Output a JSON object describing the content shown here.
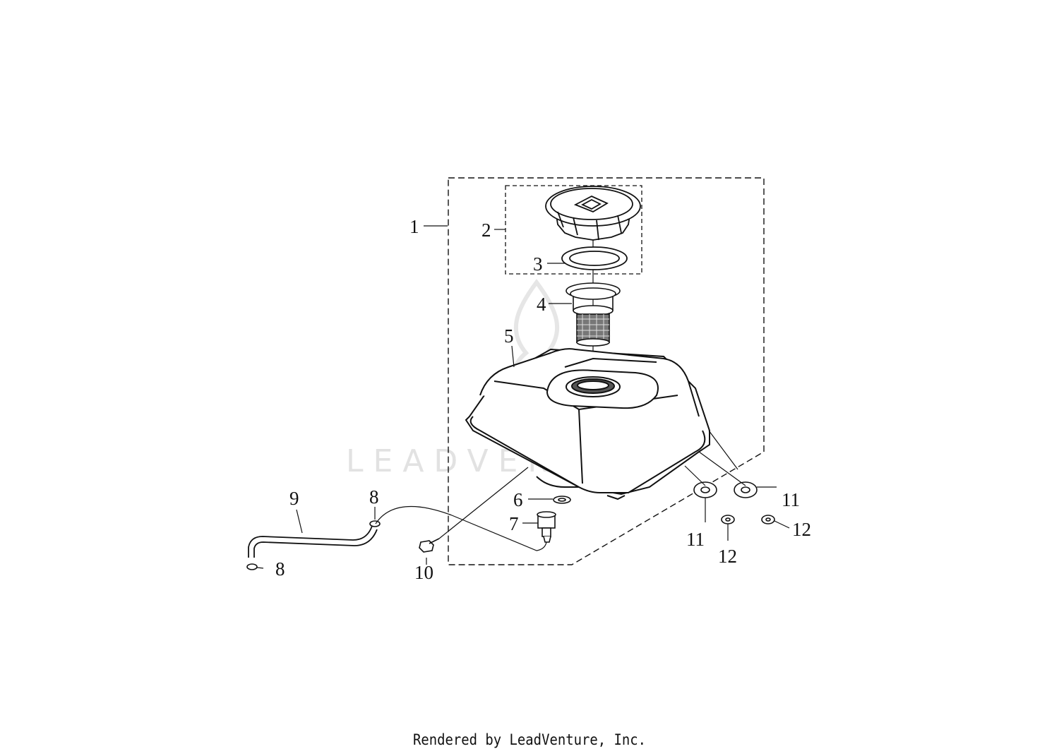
{
  "watermark": {
    "text": "LEADVENTURE",
    "color": "#e2e2e2"
  },
  "callouts": [
    "1",
    "2",
    "3",
    "4",
    "5",
    "6",
    "7",
    "8",
    "9",
    "10",
    "11",
    "12"
  ],
  "footer": {
    "text": "Rendered by LeadVenture, Inc."
  },
  "colors": {
    "line": "#111111",
    "background": "#ffffff"
  }
}
